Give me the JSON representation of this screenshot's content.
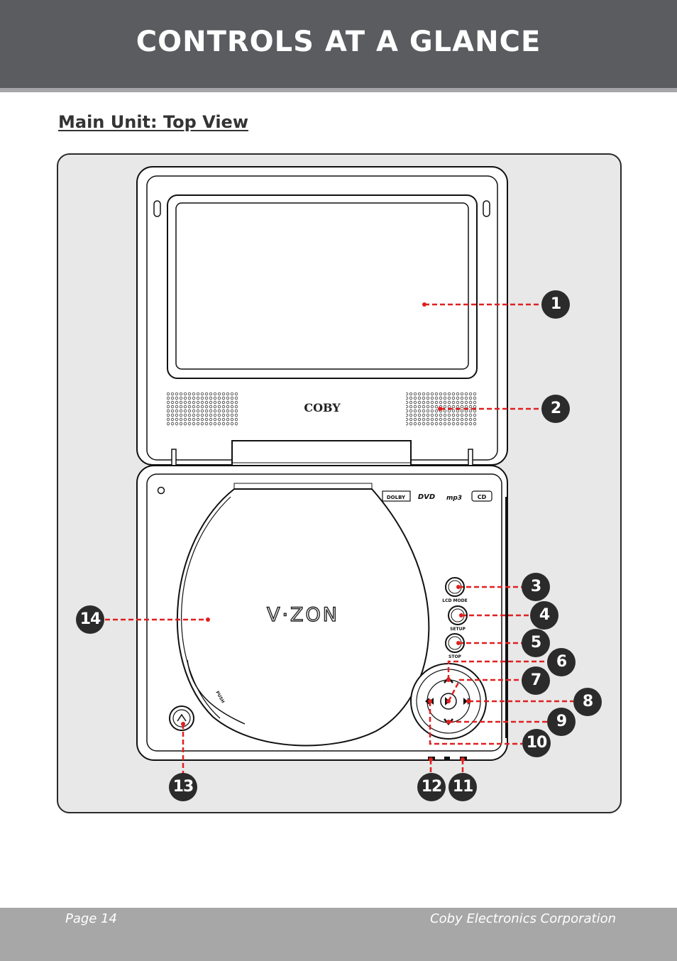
{
  "header": {
    "title": "CONTROLS AT A GLANCE"
  },
  "section": {
    "title": "Main Unit: Top View"
  },
  "device": {
    "brand": "COBY",
    "lid_logo": "V·ZON",
    "button_labels": [
      "LCD MODE",
      "SETUP",
      "STOP"
    ],
    "push_label": "PUSH",
    "format_logos": [
      "DOLBY",
      "DVD",
      "mp3",
      "CD"
    ]
  },
  "callouts": [
    "1",
    "2",
    "3",
    "4",
    "5",
    "6",
    "7",
    "8",
    "9",
    "10",
    "11",
    "12",
    "13",
    "14"
  ],
  "colors": {
    "header": "#5a5c60",
    "panel": "#e8e8e8",
    "callout": "#2b2b2b",
    "leader": "#e02020",
    "footer": "#a7a7a7"
  },
  "footer": {
    "page": "Page 14",
    "company": "Coby Electronics Corporation"
  }
}
